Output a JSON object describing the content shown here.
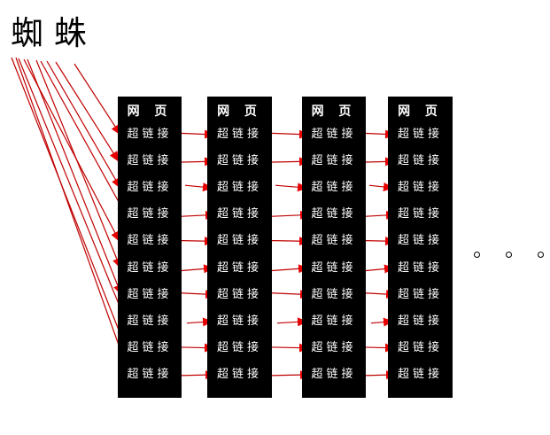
{
  "spider": {
    "label": "蜘蛛"
  },
  "columns": [
    {
      "title": "网 页",
      "links": [
        "超链接",
        "超链接",
        "超链接",
        "超链接",
        "超链接",
        "超链接",
        "超链接",
        "超链接",
        "超链接",
        "超链接"
      ]
    },
    {
      "title": "网 页",
      "links": [
        "超链接",
        "超链接",
        "超链接",
        "超链接",
        "超链接",
        "超链接",
        "超链接",
        "超链接",
        "超链接",
        "超链接"
      ]
    },
    {
      "title": "网 页",
      "links": [
        "超链接",
        "超链接",
        "超链接",
        "超链接",
        "超链接",
        "超链接",
        "超链接",
        "超链接",
        "超链接",
        "超链接"
      ]
    },
    {
      "title": "网 页",
      "links": [
        "超链接",
        "超链接",
        "超链接",
        "超链接",
        "超链接",
        "超链接",
        "超链接",
        "超链接",
        "超链接",
        "超链接"
      ]
    }
  ],
  "arrows": {
    "spider_to_first_page_count": 10,
    "page_to_page_gap_count": 3,
    "arrows_per_gap": 10
  },
  "continuation_dots": 3,
  "colors": {
    "background": "#ffffff",
    "page_bg": "#000000",
    "page_text": "#ffffff",
    "spider_text": "#000000",
    "arrow_line": "#c00000",
    "arrow_head": "#e60000"
  }
}
